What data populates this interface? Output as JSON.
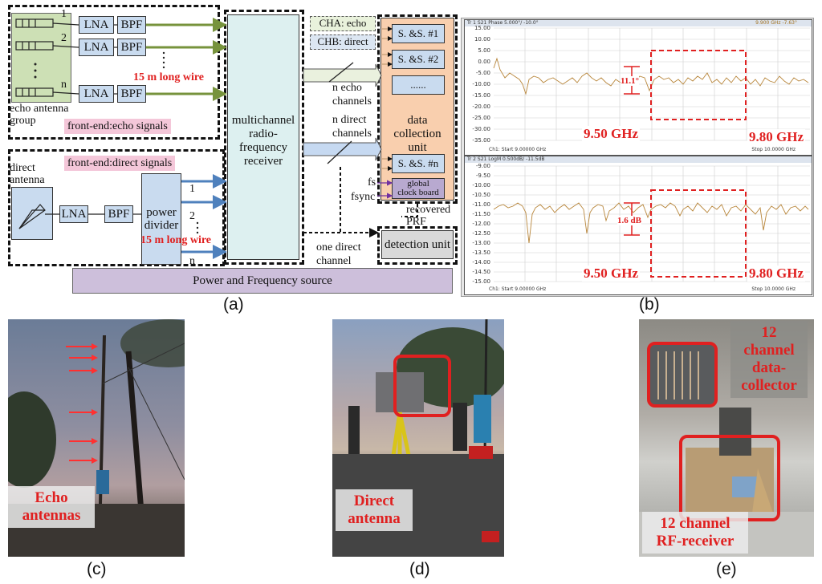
{
  "diagram": {
    "echo_channels": [
      "1",
      "2",
      "n"
    ],
    "lna": "LNA",
    "bpf": "BPF",
    "echo_group_label": "echo antenna\ngroup",
    "wire_label_top": "15 m long wire",
    "wire_label_bottom": "15 m long wire",
    "front_end_echo": "front-end:echo signals",
    "front_end_direct": "front-end:direct signals",
    "direct_antenna": "direct\nantenna",
    "power_divider": "power\ndivider",
    "divider_outputs": [
      "1",
      "2",
      "n"
    ],
    "receiver": "multichannel\nradio-\nfrequency\nreceiver",
    "cha": "CHA: echo",
    "chb": "CHB: direct",
    "ss_boxes": [
      "S. &S. #1",
      "S. &S. #2",
      "......",
      "S. &S. #n"
    ],
    "n_echo_channels": "n echo\nchannels",
    "n_direct_channels": "n direct\nchannels",
    "data_collection": "data\ncollection\nunit",
    "fs": "fs",
    "fsync": "fsync",
    "global_clock": "global\nclock board",
    "recovered_prf": "recovered\nPRF",
    "detection_unit": "detection unit",
    "one_direct_channel": "one direct\nchannel",
    "power_source": "Power and Frequency source",
    "dots": "......"
  },
  "analyzer": {
    "top": {
      "header": "Tr 1  S21 Phase 5.000°/ -10.0°",
      "marker": "9.900 GHz   -7.63°",
      "yticks": [
        "15.00",
        "10.00",
        "5.00",
        "0.00",
        "-5.00",
        "-10.00",
        "-15.00",
        "-20.00",
        "-25.00",
        "-30.00",
        "-35.00"
      ],
      "annotation": "11.1°",
      "footer_left": "Ch1: Start 9.00000 GHz",
      "footer_right": "Stop 10.0000 GHz"
    },
    "bottom": {
      "header": "Tr 2  S21 LogM 0.500dB/ -11.5dB",
      "yticks": [
        "-9.00",
        "-9.50",
        "-10.00",
        "-10.50",
        "-11.00",
        "-11.50",
        "-12.00",
        "-12.50",
        "-13.00",
        "-13.50",
        "-14.00",
        "-14.50",
        "-15.00"
      ],
      "annotation": "1.6 dB",
      "footer_left": "Ch1: Start 9.00000 GHz",
      "footer_right": "Stop 10.0000 GHz"
    },
    "freq_left": "9.50 GHz",
    "freq_right": "9.80 GHz"
  },
  "photos": {
    "c": "Echo\nantennas",
    "d": "Direct\nantenna",
    "e_top": "12\nchannel\ndata-\ncollector",
    "e_bottom": "12 channel\nRF-receiver"
  },
  "captions": [
    "(a)",
    "(b)",
    "(c)",
    "(d)",
    "(e)"
  ],
  "colors": {
    "block_blue": "#c9dbef",
    "receiver_fill": "#ddf0f0",
    "collector_fill": "#f9cfae",
    "pink_label": "#f4c7d9",
    "power_bar": "#cdbfdb",
    "green_arrow": "#77933c",
    "blue_arrow": "#4f81bd",
    "red_annot": "#e02020"
  }
}
